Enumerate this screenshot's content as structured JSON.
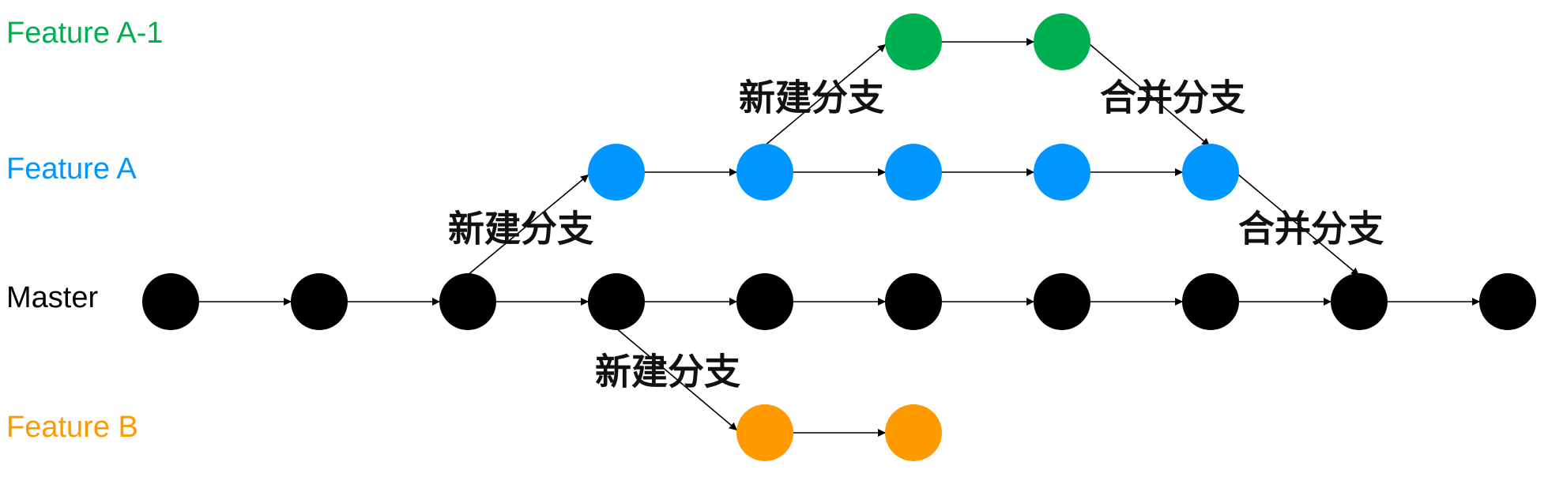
{
  "branches": {
    "feature_a1": {
      "label": "Feature A-1",
      "color": "#00b050"
    },
    "feature_a": {
      "label": "Feature A",
      "color": "#0096ff"
    },
    "master": {
      "label": "Master",
      "color": "#000000"
    },
    "feature_b": {
      "label": "Feature B",
      "color": "#ff9900"
    }
  },
  "actions": {
    "new_branch": "新建分支",
    "merge_branch": "合并分支"
  },
  "edge_color": "#000000"
}
